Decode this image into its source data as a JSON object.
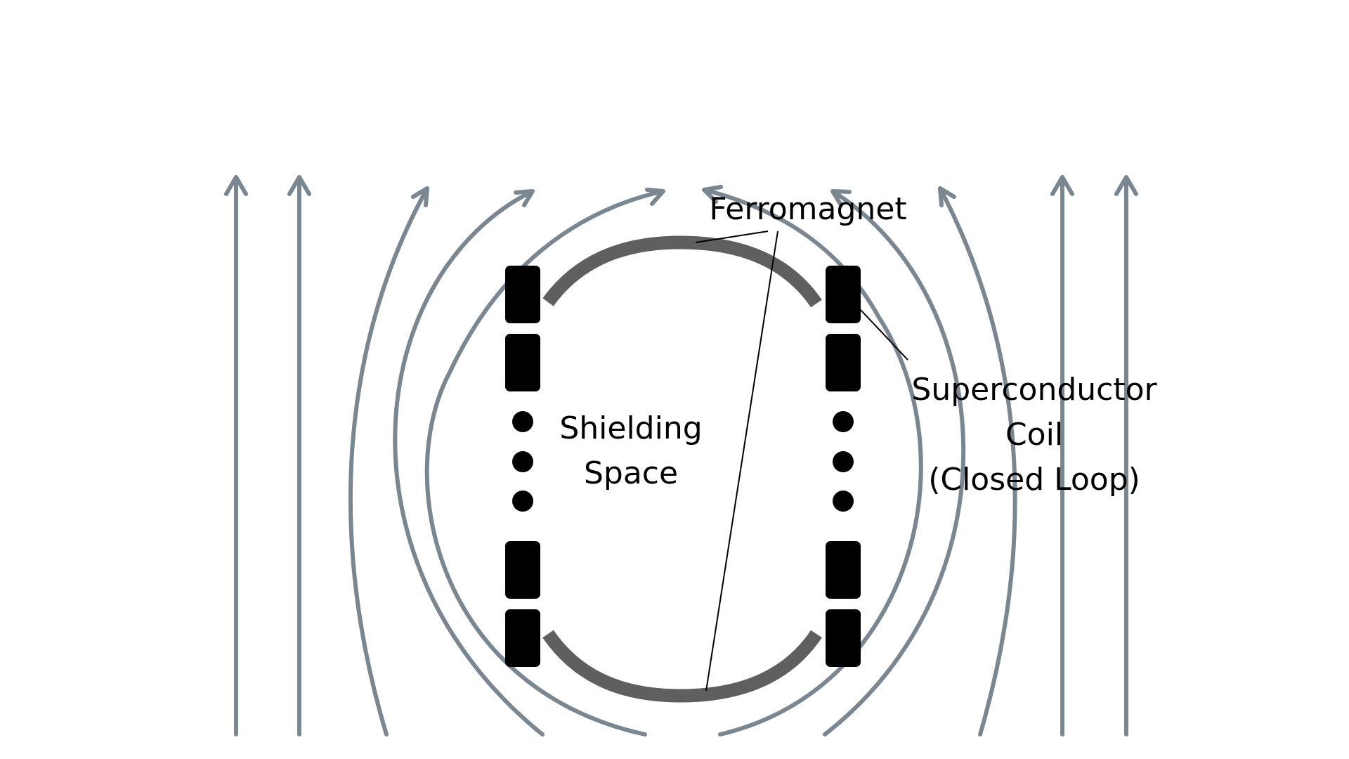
{
  "diagram": {
    "title": "",
    "labels": {
      "ferromagnet": "Ferromagnet",
      "shielding_line1": "Shielding",
      "shielding_line2": "Space",
      "coil_line1": "Superconductor",
      "coil_line2": "Coil",
      "coil_line3": "(Closed Loop)"
    },
    "colors": {
      "field_lines": "#7a8791",
      "ferromagnet": "#5f5f5f",
      "coil": "#000000",
      "text": "#000000"
    },
    "field_lines": {
      "direction": "up"
    }
  }
}
